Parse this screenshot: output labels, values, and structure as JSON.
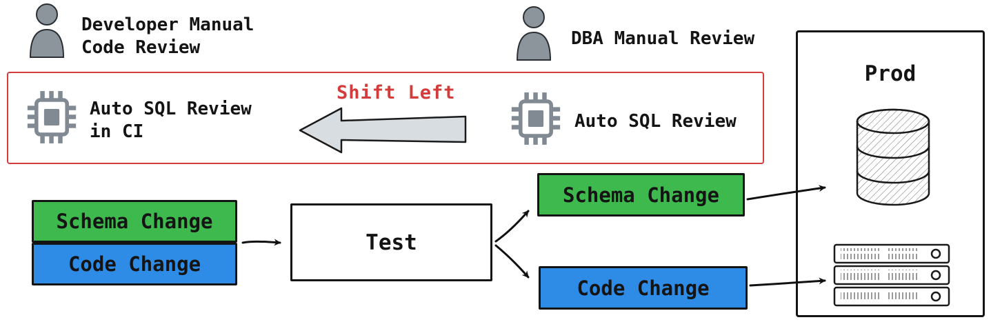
{
  "colors": {
    "green": "#3eb94e",
    "blue": "#2e8be6",
    "red": "#d43c3c",
    "gray": "#818a92",
    "arrow_fill": "#d8dde2",
    "ink": "#141414"
  },
  "annotations": {
    "developer_review": "Developer Manual\nCode Review",
    "dba_review": "DBA Manual Review",
    "auto_sql_ci": "Auto SQL Review\nin CI",
    "shift_left": "Shift Left",
    "auto_sql": "Auto SQL Review"
  },
  "flow": {
    "schema_change_left": "Schema Change",
    "code_change_left": "Code Change",
    "test": "Test",
    "schema_change_right": "Schema Change",
    "code_change_right": "Code Change",
    "prod": "Prod"
  },
  "icons": {
    "developer": "person-icon",
    "dba": "person-icon",
    "auto_sql_ci": "cpu-chip-icon",
    "auto_sql": "cpu-chip-icon",
    "shift_left_arrow": "left-arrow-icon",
    "prod_database": "database-icon",
    "prod_server": "server-rack-icon"
  }
}
